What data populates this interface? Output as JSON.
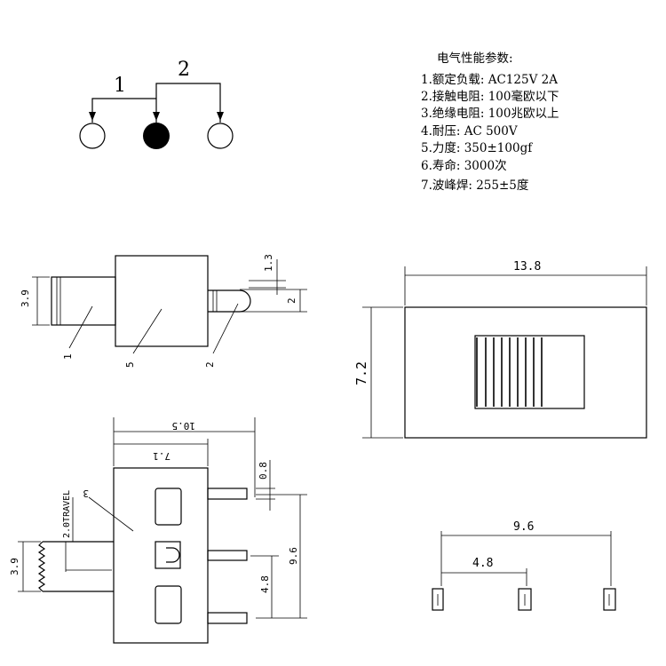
{
  "schematic": {
    "pin_label_1": "1",
    "pin_label_2": "2"
  },
  "specs": {
    "title": "电气性能参数:",
    "items": [
      "1.额定负载: AC125V 2A",
      "2.接触电阻: 100毫欧以下",
      "3.绝缘电阻: 100兆欧以上",
      "4.耐压: AC 500V",
      "5.力度: 350±100gf",
      "6.寿命: 3000次",
      "7.波峰焊: 255±5度"
    ]
  },
  "side_view": {
    "dim_height": "3.9",
    "dim_pin_thickness": "1.3",
    "dim_pin_gap": "2",
    "callout_1": "1",
    "callout_5": "5",
    "callout_2": "2"
  },
  "top_view": {
    "dim_length": "13.8",
    "dim_width": "7.2"
  },
  "bottom_view": {
    "dim_total": "10.5",
    "dim_body": "7.1",
    "dim_pin_width": "0.8",
    "dim_pitch_total": "9.6",
    "dim_pitch": "4.8",
    "dim_actuator": "3.9",
    "travel": "2.0TRAVEL",
    "callout_3": "3"
  },
  "footprint": {
    "dim_total": "9.6",
    "dim_pitch": "4.8"
  }
}
